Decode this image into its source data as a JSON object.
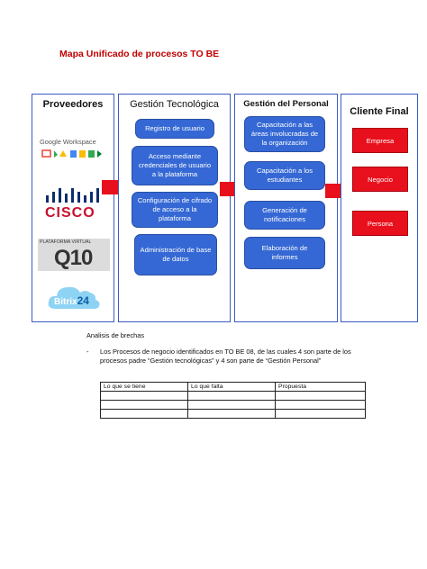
{
  "title": "Mapa Unificado de procesos TO BE",
  "colors": {
    "title": "#c00000",
    "blue_box": "#3568d4",
    "red_box": "#e8101c",
    "arrow": "#e8101c",
    "column_border": "#3b5cc4"
  },
  "columns": {
    "proveedores": {
      "heading": "Proveedores",
      "logos": {
        "google": {
          "text": "Google Workspace"
        },
        "cisco": {
          "text": "CISCO"
        },
        "q10": {
          "caption": "PLATAFORMA VIRTUAL",
          "text": "Q10"
        },
        "bitrix": {
          "text": "Bitrix",
          "num": "24"
        }
      }
    },
    "gestion_tecnologica": {
      "heading": "Gestión Tecnológica",
      "items": [
        "Registro de usuario",
        "Acceso mediante credenciales de usuario a la plataforma",
        "Configuración de cifrado de acceso a la plataforma",
        "Administración de base de datos"
      ]
    },
    "gestion_personal": {
      "heading": "Gestión del Personal",
      "items": [
        "Capacitación a las áreas involucradas de la organización",
        "Capacitación a los estudiantes",
        "Generación de notificaciones",
        "Elaboración de informes"
      ]
    },
    "cliente_final": {
      "heading": "Cliente Final",
      "items": [
        "Empresa",
        "Negocio",
        "Persona"
      ]
    }
  },
  "analysis": {
    "heading": "Analisis de brechas",
    "dash": "-",
    "bullet": "Los Procesos de negocio identificados en TO BE 08, de las cuales 4 son parte de los procesos padre “Gestión tecnológicas” y 4 son parte de “Gestión Personal”"
  },
  "table": {
    "headers": [
      "Lo que se tiene",
      "Lo que falta",
      "Propuesta"
    ],
    "rows": [
      [
        "",
        "",
        ""
      ],
      [
        "",
        "",
        ""
      ],
      [
        "",
        "",
        ""
      ]
    ]
  }
}
